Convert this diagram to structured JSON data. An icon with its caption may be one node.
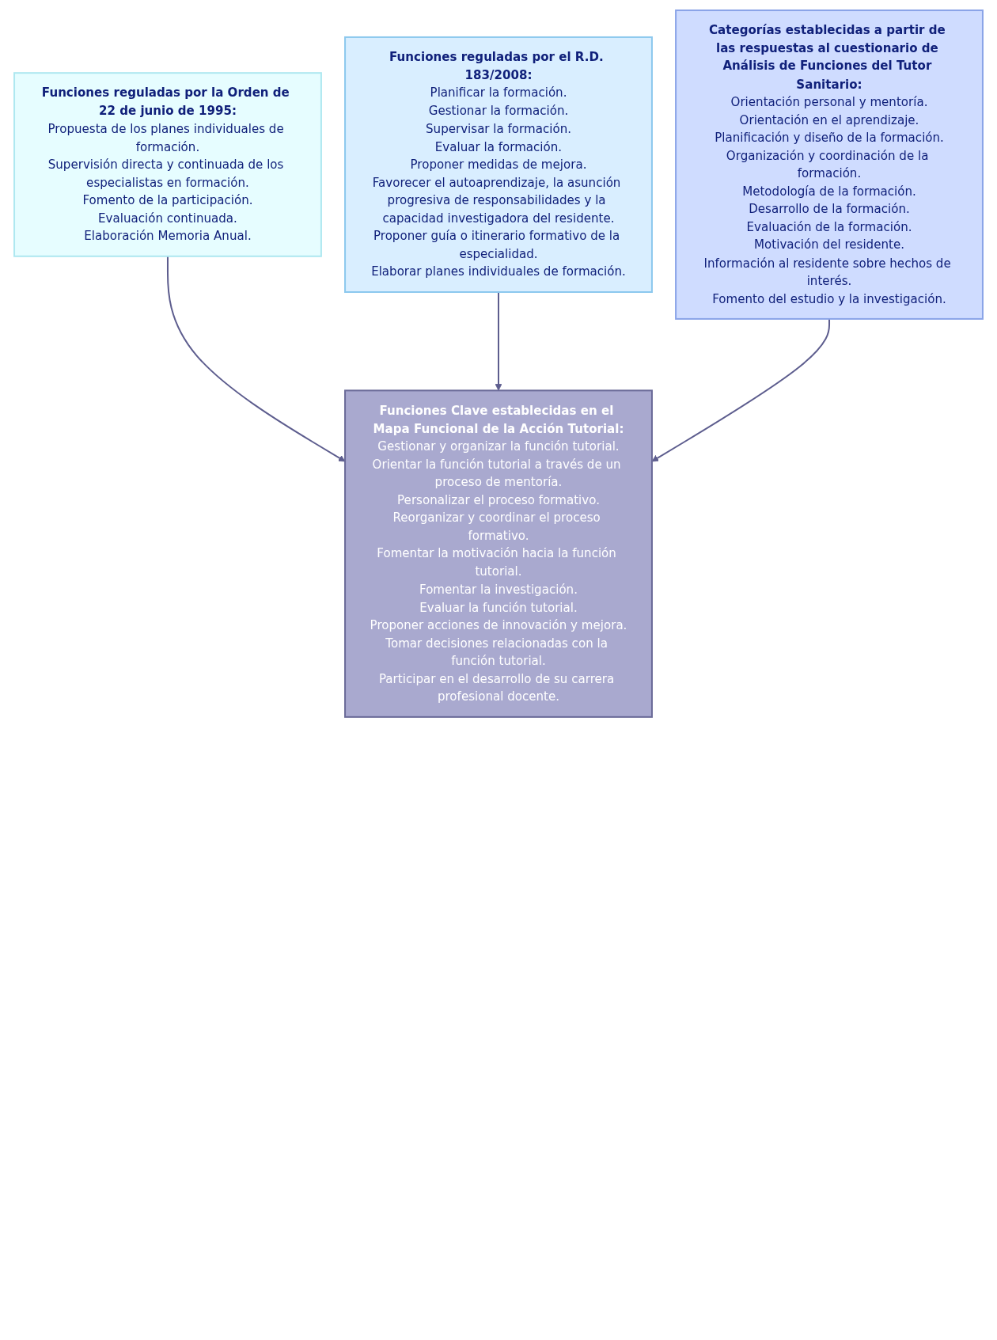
{
  "diagram": {
    "nodes": [
      {
        "text": [
          "Funciones reguladas por la Orden de 22 de junio de 1995:",
          "Propuesta de los planes individuales de formación.",
          "Supervisión directa y continuada de los especialistas en formación.",
          "Fomento de la participación.",
          "Evaluación continuada.",
          "Elaboración Memoria Anual."
        ]
      },
      {
        "text": [
          "Funciones reguladas por el R.D. 183/2008:",
          "Planificar la formación.",
          "Gestionar la formación.",
          "Supervisar la formación.",
          "Evaluar la formación.",
          "Proponer medidas de mejora.",
          "Favorecer el autoaprendizaje, la asunción progresiva de responsabilidades y la capacidad investigadora del residente.",
          "Proponer guía o itinerario formativo de la especialidad.",
          "Elaborar planes individuales de formación."
        ]
      },
      {
        "text": [
          "Categorías establecidas a partir de las respuestas al cuestionario de Análisis de Funciones del Tutor Sanitario:",
          "Orientación personal y mentoría.",
          "Orientación en el aprendizaje.",
          "Planificación y diseño de la formación.",
          "Organización y coordinación de la formación.",
          "Metodología de la formación.",
          "Desarrollo de la formación.",
          "Evaluación de la formación.",
          "Motivación del residente.",
          "Información al residente sobre hechos de interés.",
          "Fomento del estudio y la investigación."
        ]
      },
      {
        "text": [
          "Funciones Clave establecidas en el Mapa Funcional de la Acción Tutorial:",
          "Gestionar y organizar la función tutorial.",
          "Orientar la función tutorial a través de un proceso de mentoría.",
          "Personalizar el proceso formativo.",
          "Reorganizar y coordinar el proceso formativo.",
          "Fomentar la motivación hacia la función tutorial.",
          "Fomentar la investigación.",
          "Evaluar la función tutorial.",
          "Proponer acciones de innovación y mejora.",
          "Tomar decisiones relacionadas con la función tutorial.",
          "Participar en el desarrollo de su carrera profesional docente."
        ]
      }
    ],
    "edges": [
      {
        "from": 0,
        "to": 3,
        "arrow": "to"
      },
      {
        "from": 1,
        "to": 3,
        "arrow": "to"
      },
      {
        "from": 2,
        "to": 3,
        "arrow": "to"
      }
    ]
  }
}
